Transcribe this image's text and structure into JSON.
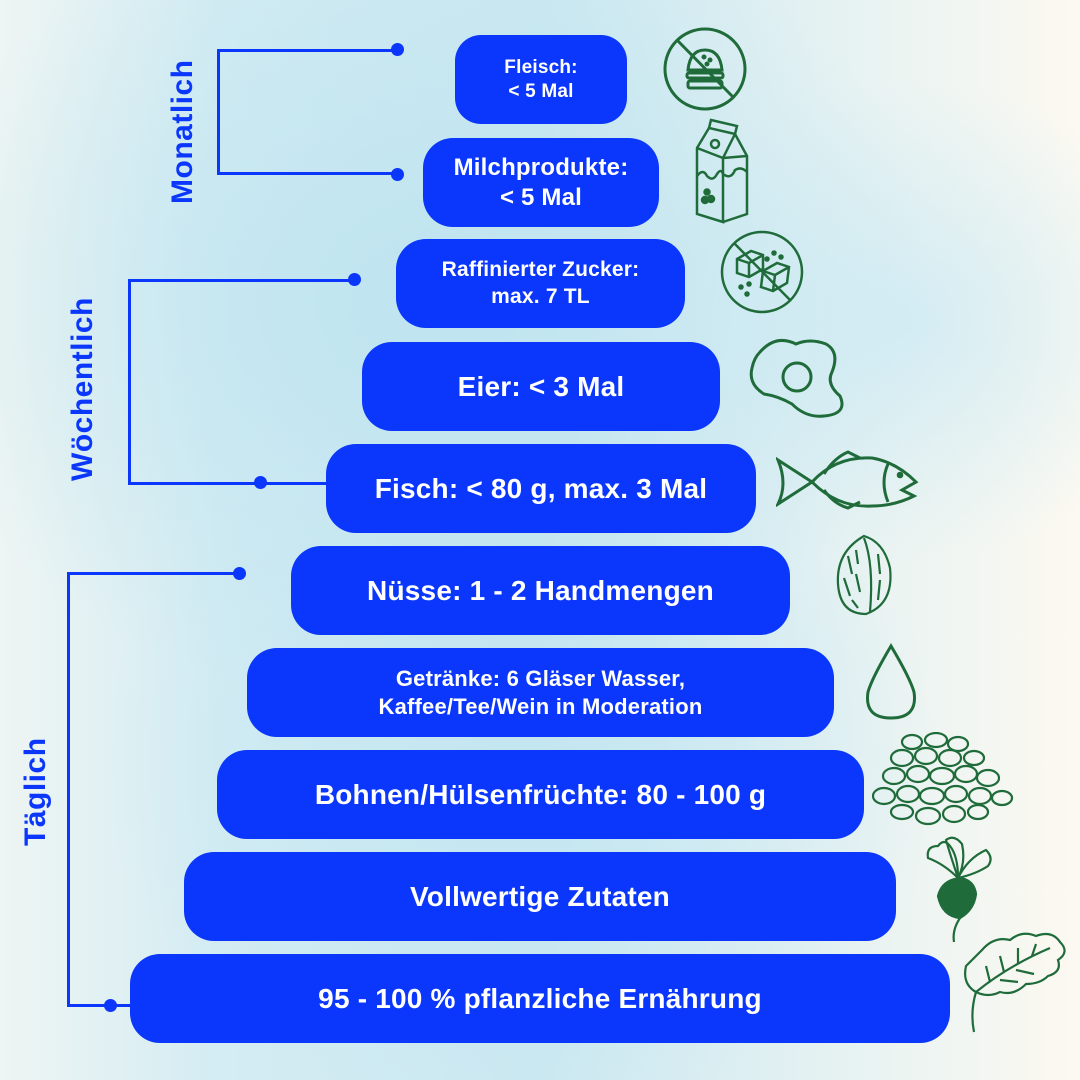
{
  "colors": {
    "accent": "#0a37fb",
    "icon_green": "#1f6b3a",
    "text_on_accent": "#ffffff"
  },
  "groups": [
    {
      "label": "Monatlich"
    },
    {
      "label": "Wöchentlich"
    },
    {
      "label": "Täglich"
    }
  ],
  "tiers": [
    {
      "text": "Fleisch:\n< 5 Mal",
      "icon": "no-burger-icon"
    },
    {
      "text": "Milchprodukte:\n< 5 Mal",
      "icon": "milk-carton-icon"
    },
    {
      "text": "Raffinierter Zucker:\nmax. 7 TL",
      "icon": "no-sugar-icon"
    },
    {
      "text": "Eier: < 3 Mal",
      "icon": "fried-egg-icon"
    },
    {
      "text": "Fisch: < 80 g, max. 3 Mal",
      "icon": "fish-icon"
    },
    {
      "text": "Nüsse: 1 - 2 Handmengen",
      "icon": "walnut-icon"
    },
    {
      "text": "Getränke: 6 Gläser Wasser,\nKaffee/Tee/Wein in Moderation",
      "icon": "water-drop-icon"
    },
    {
      "text": "Bohnen/Hülsenfrüchte: 80 - 100 g",
      "icon": "legumes-icon"
    },
    {
      "text": "Vollwertige Zutaten",
      "icon": "beet-icon"
    },
    {
      "text": "95 - 100 % pflanzliche Ernährung",
      "icon": "leaf-icon"
    }
  ]
}
